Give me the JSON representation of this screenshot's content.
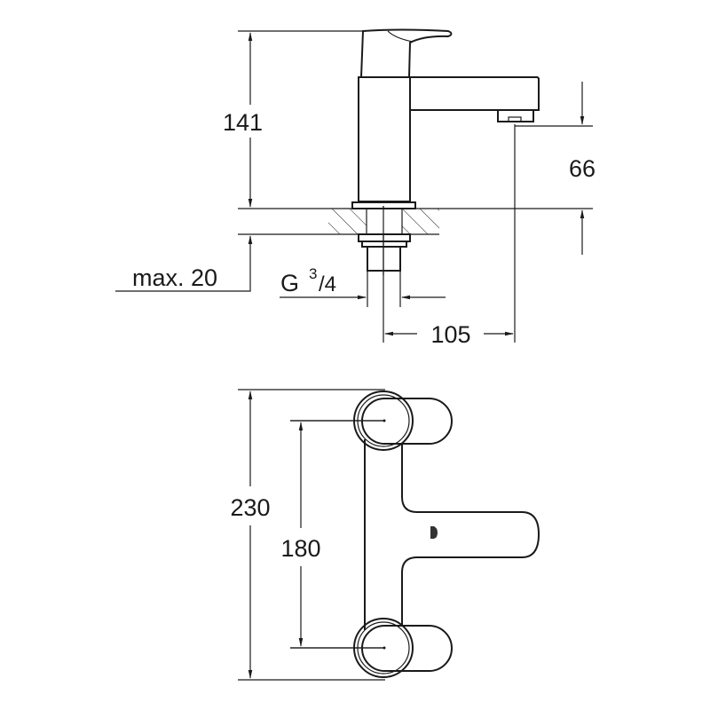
{
  "dimensions": {
    "height_total": "141",
    "spout_height": "66",
    "max_deck": "max. 20",
    "thread_prefix": "G",
    "thread_num": "3",
    "thread_den": "/4",
    "reach": "105",
    "width_total": "230",
    "centers": "180"
  },
  "colors": {
    "line": "#1a1a1a",
    "background": "#ffffff"
  }
}
